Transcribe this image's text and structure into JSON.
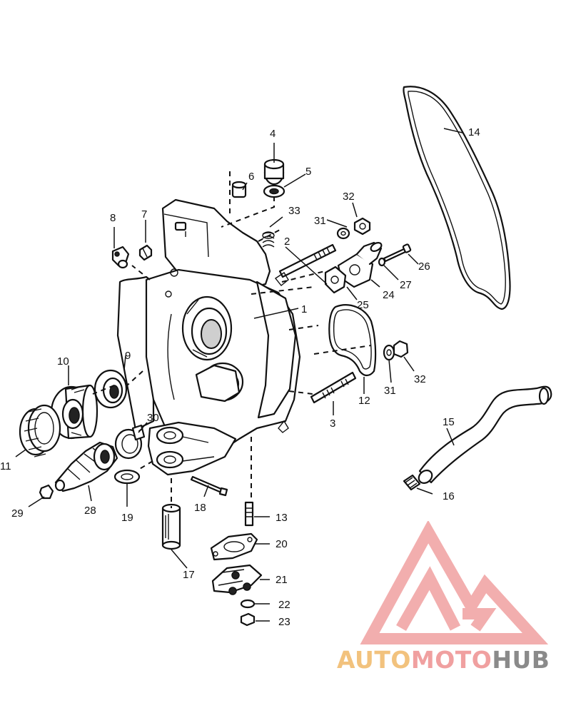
{
  "callouts": [
    "1",
    "2",
    "3",
    "4",
    "5",
    "6",
    "7",
    "8",
    "9",
    "10",
    "11",
    "12",
    "13",
    "14",
    "15",
    "16",
    "17",
    "18",
    "19",
    "20",
    "21",
    "22",
    "23",
    "24",
    "25",
    "26",
    "27",
    "28",
    "29",
    "30",
    "31",
    "32",
    "33"
  ],
  "watermark": {
    "brand": "AUTOMOTOHUB",
    "parts": [
      "AUTO",
      "MOTO",
      "HUB"
    ],
    "colors": {
      "auto": "#f2c27d",
      "moto": "#f0a0a0",
      "hub": "#8a8a8a",
      "logo_stroke": "#f0a0a0"
    }
  }
}
